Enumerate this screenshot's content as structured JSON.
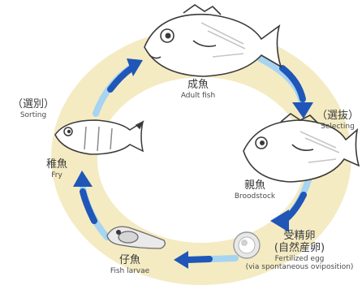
{
  "colors": {
    "ring": "#f4ebc3",
    "arrow_light": "#a6d4f2",
    "arrow_dark": "#1f56b8",
    "fish_outline": "#3a3a3a",
    "fish_stripe": "#c6c6c6"
  },
  "stages": {
    "adult_fish": {
      "jp": "成魚",
      "en": "Adult fish"
    },
    "selecting": {
      "jp": "（選抜）",
      "en": "Selecting"
    },
    "broodstock": {
      "jp": "親魚",
      "en": "Broodstock"
    },
    "fertilized_egg": {
      "jp": "受精卵",
      "jp2": "(自然産卵)",
      "en": "Fertilized egg",
      "en2": "(via spontaneous oviposition)"
    },
    "fish_larvae": {
      "jp": "仔魚",
      "en": "Fish larvae"
    },
    "fry": {
      "jp": "稚魚",
      "en": "Fry"
    },
    "sorting": {
      "jp": "（選別）",
      "en": "Sorting"
    }
  }
}
